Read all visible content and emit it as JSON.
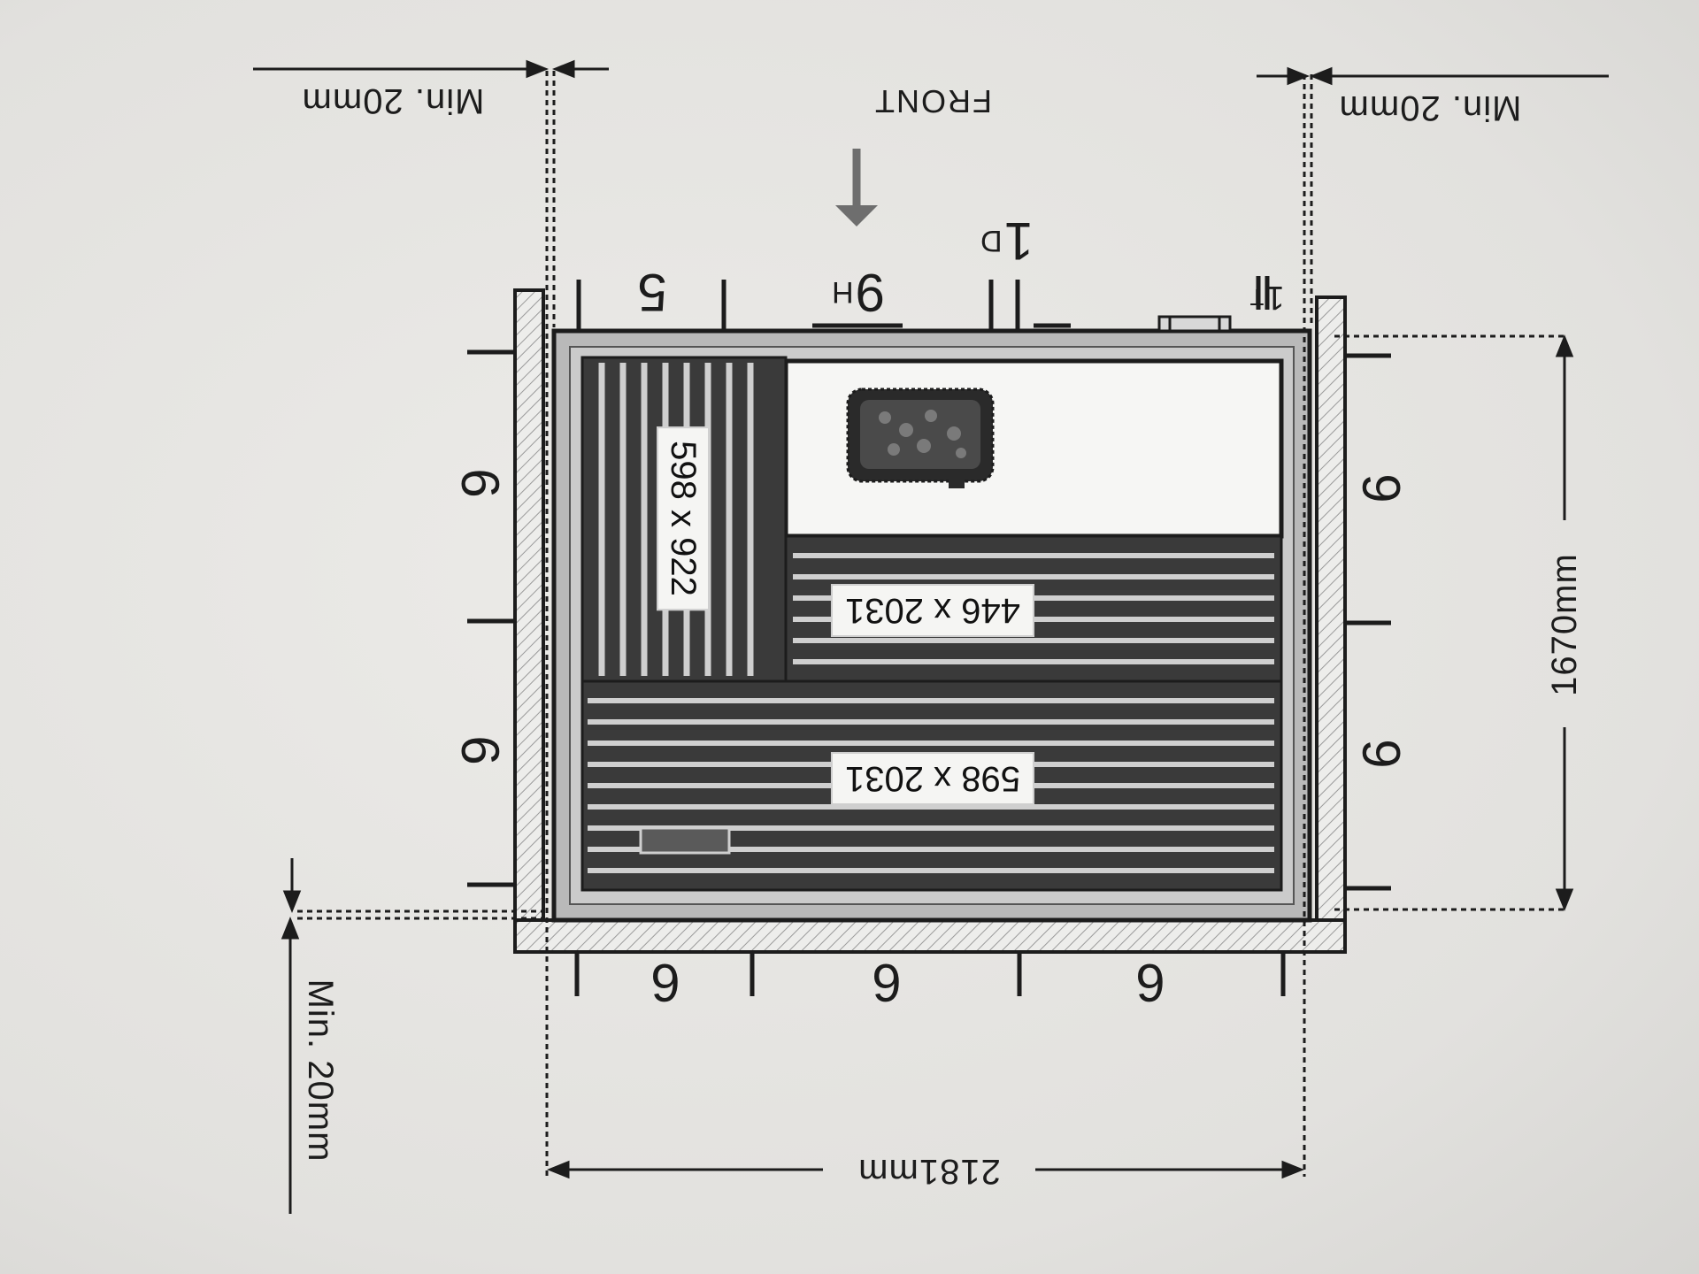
{
  "drawing": {
    "front_label": "FRONT",
    "clearance_top_left": "Min. 20mm",
    "clearance_top_right": "Min. 20mm",
    "clearance_bottom_left": "Min. 20mm",
    "width_dimension": "2181mm",
    "depth_dimension": "1670mm",
    "panels_top": [
      {
        "number": "5",
        "sub": ""
      },
      {
        "number": "9",
        "sub": "H"
      },
      {
        "number": "1",
        "sub": "D"
      },
      {
        "number": "1",
        "sub": "T"
      }
    ],
    "panels_bottom": [
      "6",
      "6",
      "6"
    ],
    "panels_left": [
      "6",
      "6"
    ],
    "panels_right": [
      "6",
      "6"
    ],
    "benches": [
      {
        "label": "598 x 922"
      },
      {
        "label": "446 x 2031"
      },
      {
        "label": "598 x 2031"
      }
    ],
    "heater_icon": "sauna-heater-icon",
    "arrow_icon": "arrow-down-icon",
    "colors": {
      "wall": "#b9b9b9",
      "bench_dark": "#3a3a3a",
      "bench_slat": "#cfcfcf",
      "floor": "#f6f6f4",
      "line": "#1c1c1c"
    }
  }
}
